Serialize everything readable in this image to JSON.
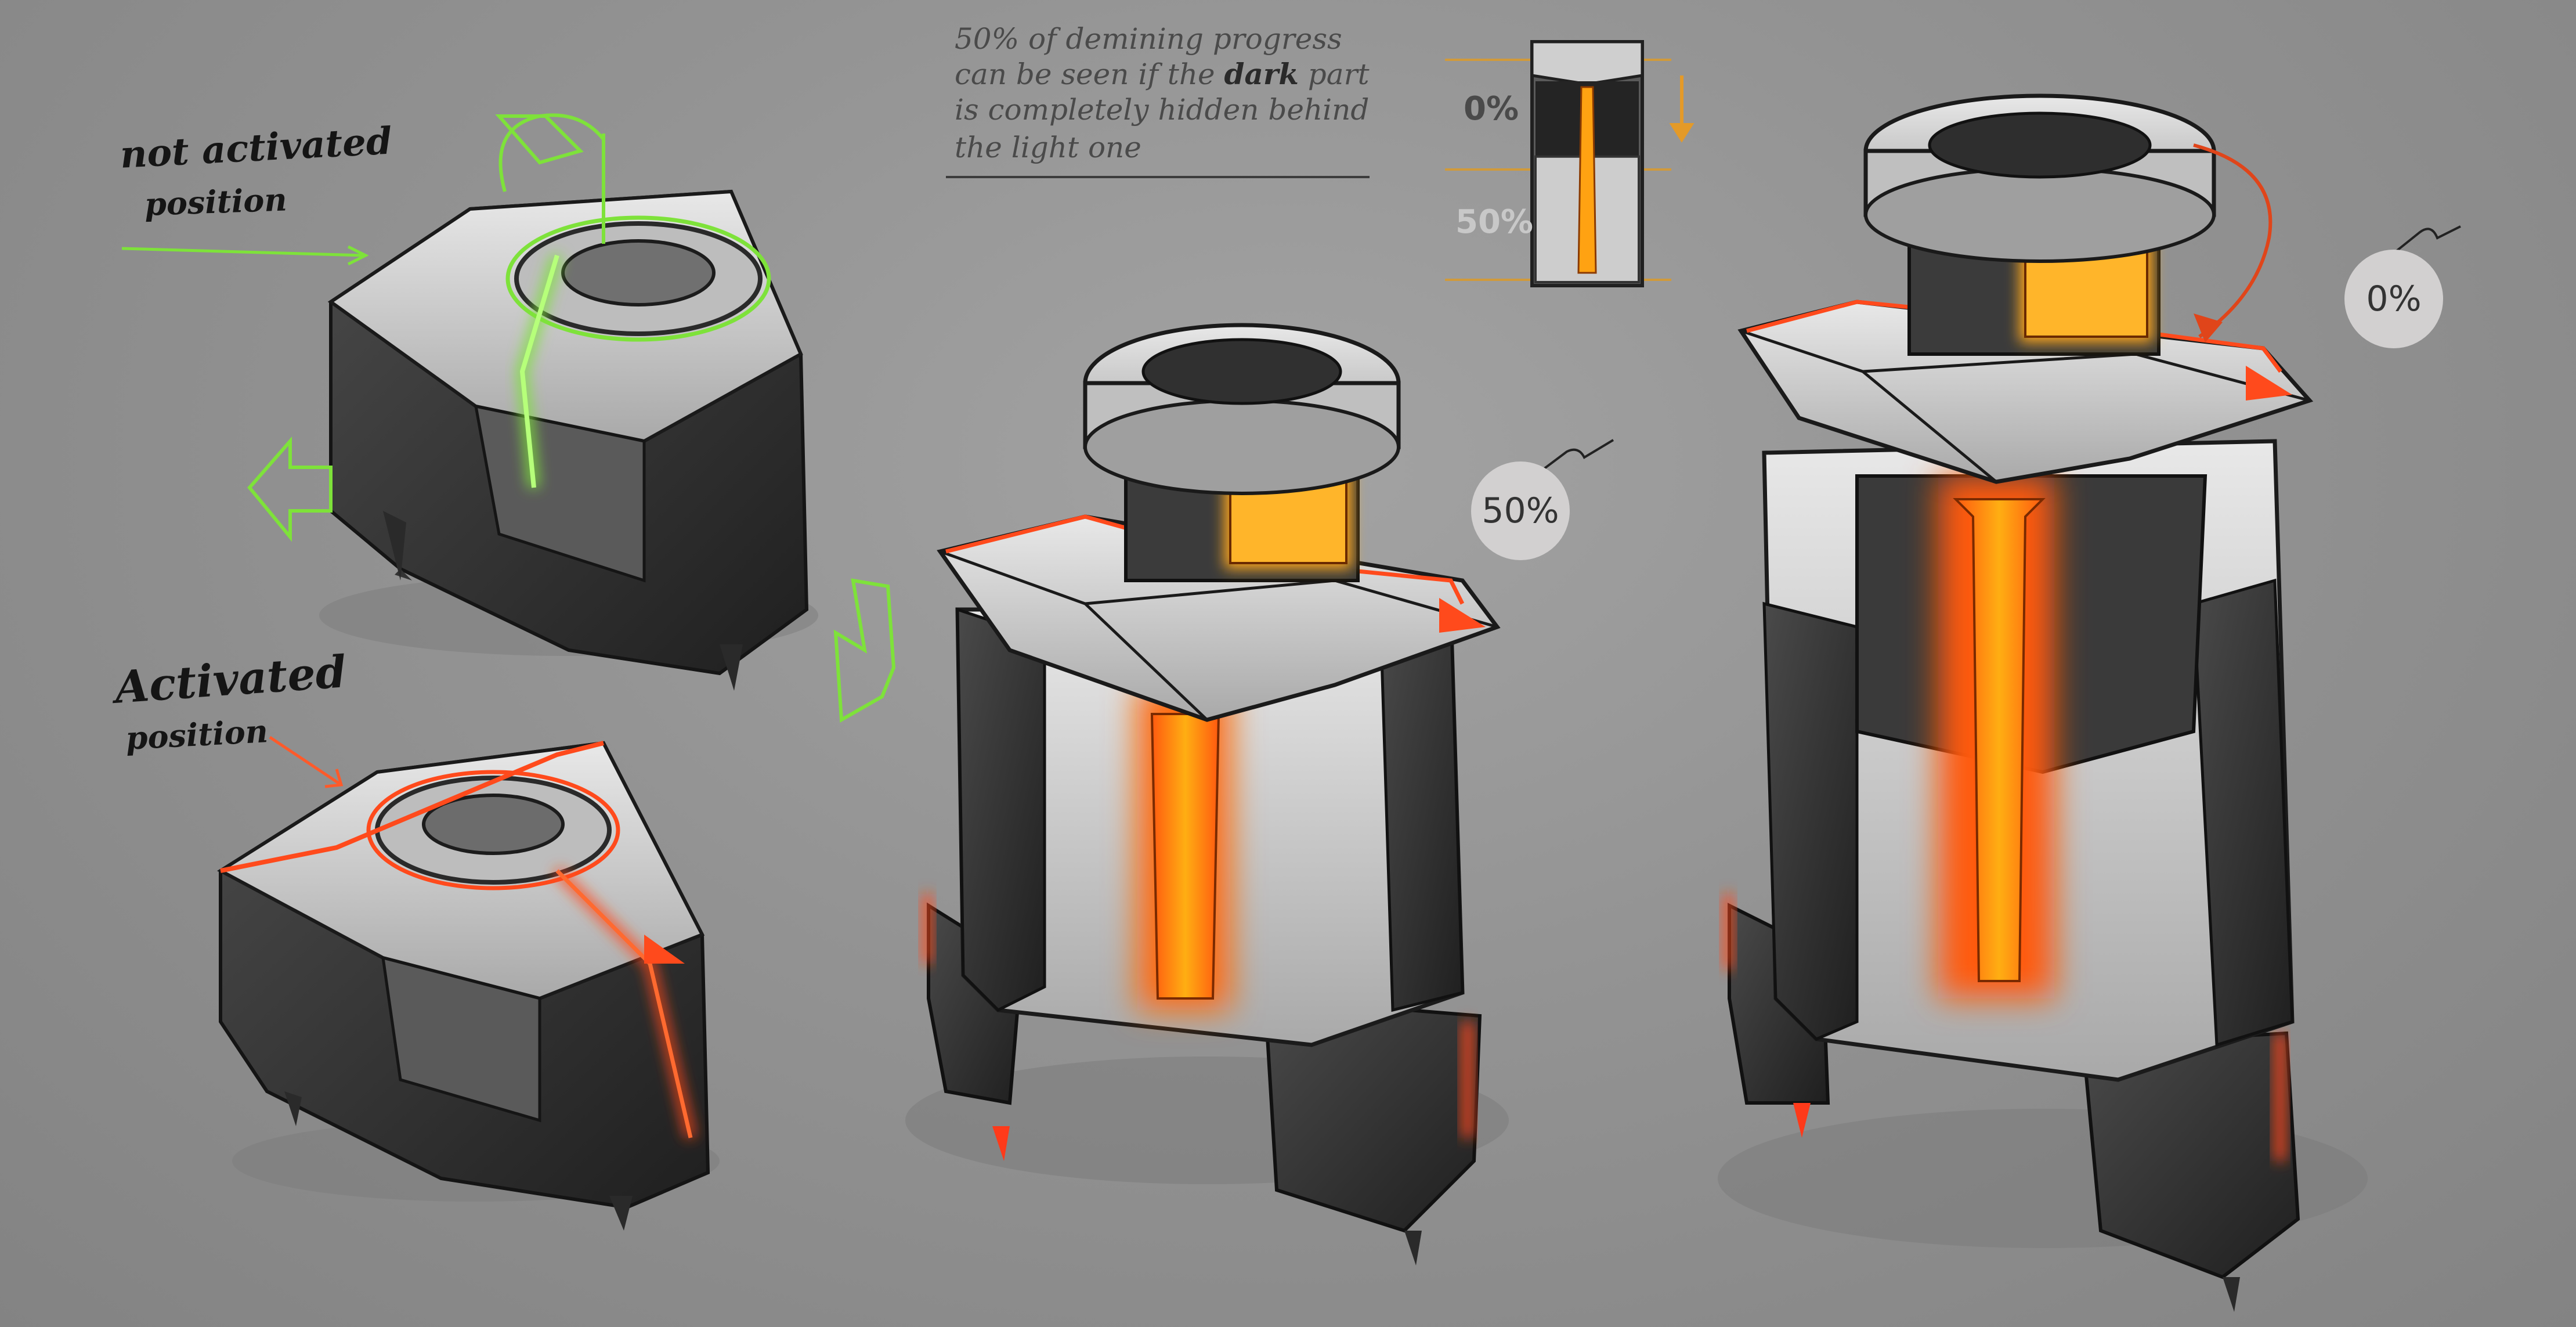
{
  "annotations": {
    "not_activated": {
      "line1": "not activated",
      "line2": "position"
    },
    "activated": {
      "line1": "Activated",
      "line2": "position"
    },
    "caption": {
      "line1": "50% of demining progress",
      "line2_before": "can be seen if the ",
      "line2_emph": "dark",
      "line2_after": " part",
      "line3": "is completely hidden behind",
      "line4": "the light one"
    }
  },
  "gauge": {
    "top_label": "0%",
    "mid_label": "50%",
    "fill_level": 0.5
  },
  "badges": {
    "mid_mine": "50%",
    "tall_mine": "0%"
  },
  "colors": {
    "inactive_accent": "#7ee23a",
    "active_accent": "#ff4a1c",
    "core_glow": "#ff9a0a",
    "gauge_line": "#d19a3a",
    "body_light": "#cfcfcf",
    "body_dark": "#2e2e2e"
  },
  "icons": {
    "rotate": "rotate-arrow-icon",
    "move": "move-arrow-icon",
    "down": "down-arrow-icon",
    "fuse": "fuse-squiggle-icon"
  }
}
